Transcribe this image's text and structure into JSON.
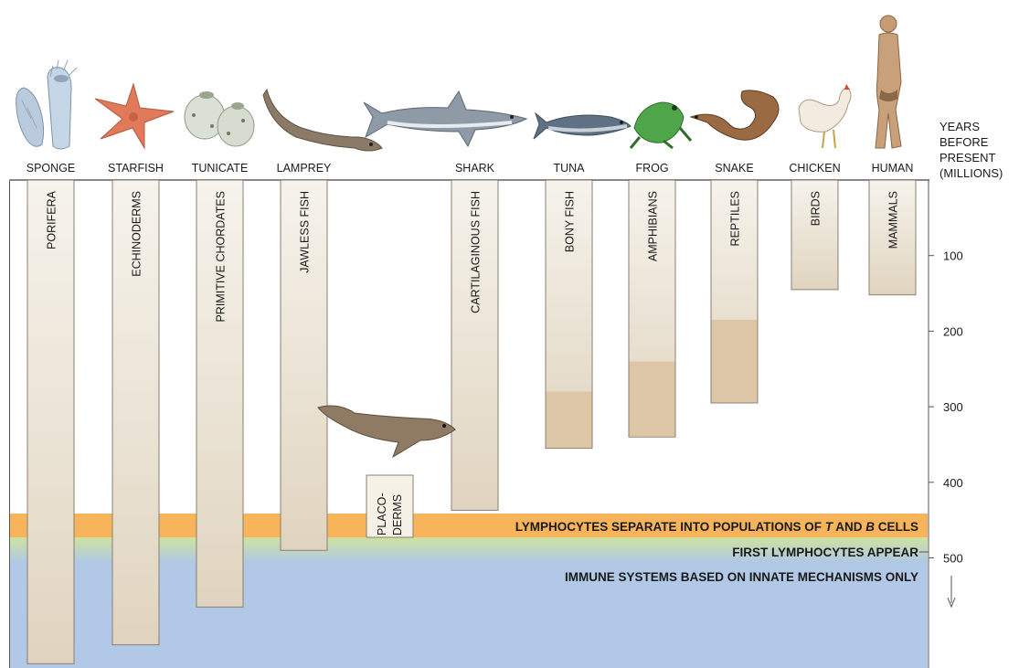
{
  "axis": {
    "title_lines": [
      "YEARS",
      "BEFORE",
      "PRESENT",
      "(MILLIONS)"
    ],
    "ticks": [
      "100",
      "200",
      "300",
      "400",
      "500"
    ],
    "tick_values": [
      100,
      200,
      300,
      400,
      500
    ],
    "range_max": 640
  },
  "bands": {
    "t_b": {
      "label_pre": "LYMPHOCYTES SEPARATE INTO POPULATIONS OF ",
      "label_t": "T",
      "label_mid": " AND ",
      "label_b": "B",
      "label_post": " CELLS",
      "color": "#f8b45a"
    },
    "first": {
      "label": "FIRST LYMPHOCYTES APPEAR",
      "color": "#cde0a0"
    },
    "innate": {
      "label": "IMMUNE SYSTEMS BASED ON INNATE MECHANISMS ONLY",
      "color": "#b0c8e6"
    }
  },
  "organisms": [
    {
      "id": "sponge",
      "name": "SPONGE",
      "group": "PORIFERA",
      "origin": 640,
      "dark": null,
      "icon": "sponge-icon"
    },
    {
      "id": "starfish",
      "name": "STARFISH",
      "group": "ECHINODERMS",
      "origin": 615,
      "dark": null,
      "icon": "starfish-icon"
    },
    {
      "id": "tunicate",
      "name": "TUNICATE",
      "group": "PRIMITIVE CHORDATES",
      "origin": 565,
      "dark": null,
      "icon": "tunicate-icon"
    },
    {
      "id": "lamprey",
      "name": "LAMPREY",
      "group": "JAWLESS FISH",
      "origin": 490,
      "dark": null,
      "icon": "lamprey-icon"
    },
    {
      "id": "shark",
      "name": "SHARK",
      "group": "CARTILAGINOUS FISH",
      "origin": 437,
      "dark": null,
      "icon": "shark-icon"
    },
    {
      "id": "tuna",
      "name": "TUNA",
      "group": "BONY FISH",
      "origin": 355,
      "dark": 280,
      "icon": "tuna-icon"
    },
    {
      "id": "frog",
      "name": "FROG",
      "group": "AMPHIBIANS",
      "origin": 340,
      "dark": 240,
      "icon": "frog-icon"
    },
    {
      "id": "snake",
      "name": "SNAKE",
      "group": "REPTILES",
      "origin": 295,
      "dark": 185,
      "icon": "snake-icon"
    },
    {
      "id": "chicken",
      "name": "CHICKEN",
      "group": "BIRDS",
      "origin": 145,
      "dark": null,
      "icon": "chicken-icon"
    },
    {
      "id": "human",
      "name": "HUMAN",
      "group": "MAMMALS",
      "origin": 152,
      "dark": null,
      "icon": "human-icon"
    }
  ],
  "placoderms": {
    "line1": "PLACO-",
    "line2": "DERMS",
    "icon": "placoderm-fish-icon"
  },
  "colors": {
    "bar_light": "#f5f1e8",
    "bar_mid": "#e2d6c0",
    "bar_dark": "#dcc6a6",
    "bar_border": "#8a7f70"
  }
}
